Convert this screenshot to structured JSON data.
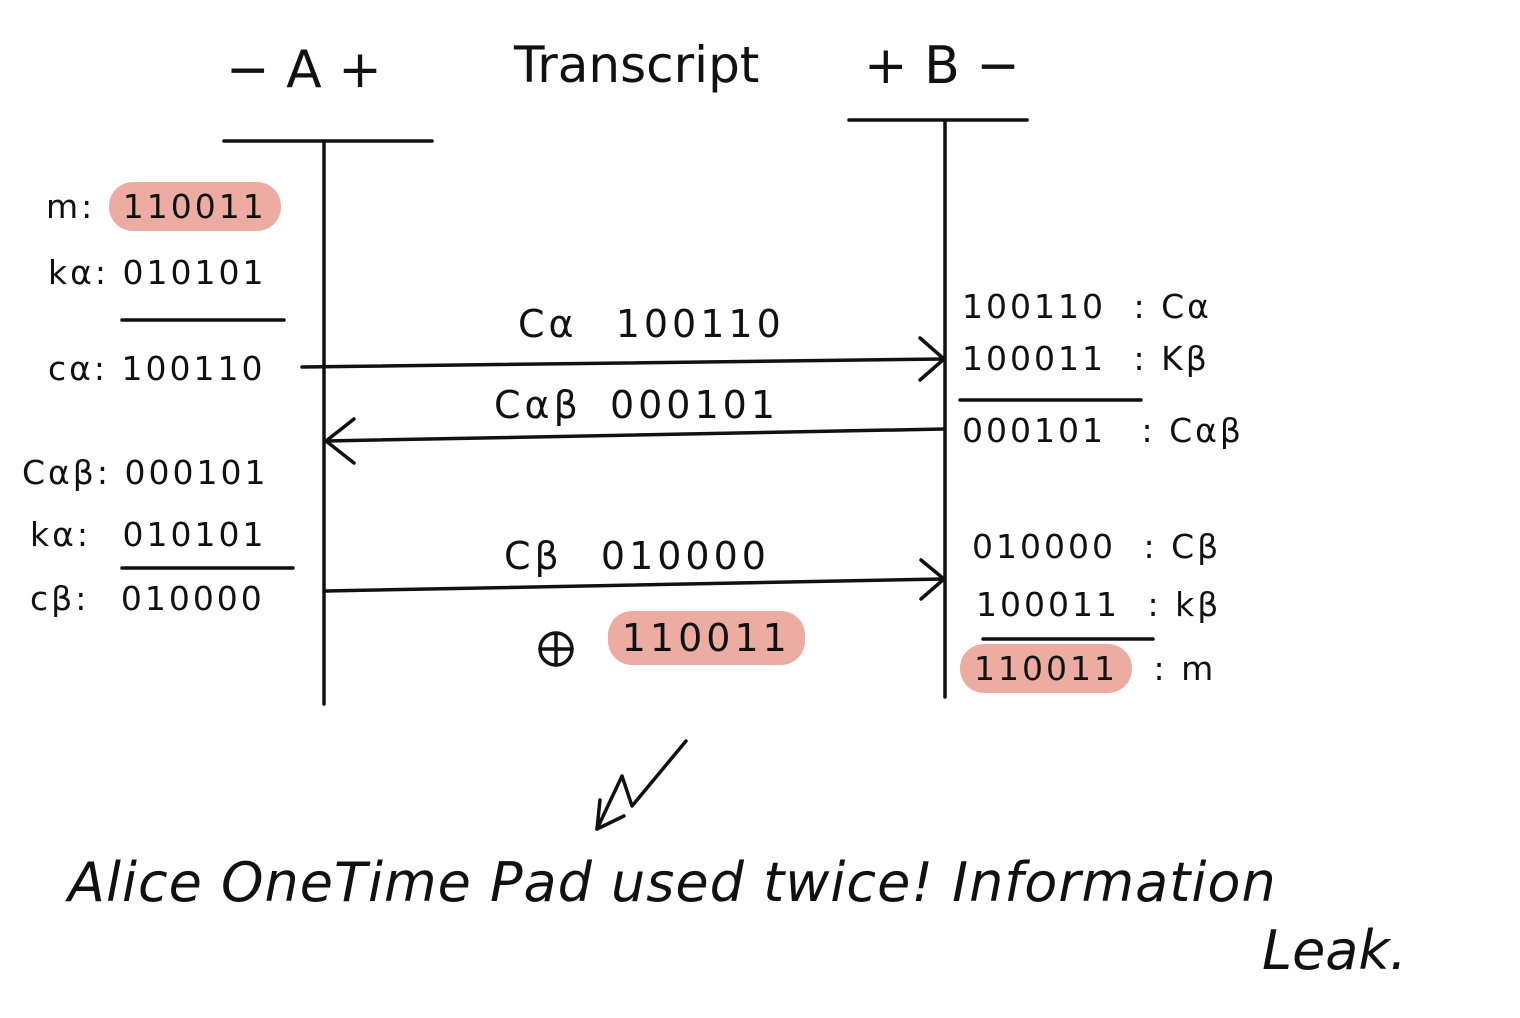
{
  "header": {
    "a_label": "− A +",
    "transcript_label": "Transcript",
    "b_label": "+ B −"
  },
  "left": {
    "m": {
      "label": "m:",
      "value": "110011"
    },
    "k_alpha": {
      "label": "kα:",
      "value": "010101"
    },
    "c_alpha": {
      "label": "cα:",
      "value": "100110"
    },
    "c_alpha_beta": {
      "label": "Cαβ:",
      "value": "000101"
    },
    "k_alpha2": {
      "label": "kα:",
      "value": "010101"
    },
    "c_beta": {
      "label": "cβ:",
      "value": "010000"
    }
  },
  "messages": {
    "m1": {
      "label": "Cα",
      "value": "100110"
    },
    "m2": {
      "label": "Cαβ",
      "value": "000101"
    },
    "m3": {
      "label": "Cβ",
      "value": "010000"
    },
    "xor": {
      "label": "⊕:",
      "value": "110011"
    }
  },
  "right": {
    "c_alpha": {
      "value": "100110",
      "label": ": Cα"
    },
    "k_beta": {
      "value": "100011",
      "label": ": Kβ"
    },
    "c_alpha_beta": {
      "value": "000101",
      "label": ": Cαβ"
    },
    "c_beta": {
      "value": "010000",
      "label": ": Cβ"
    },
    "k_beta2": {
      "value": "100011",
      "label": ": kβ"
    },
    "m": {
      "value": "110011",
      "label": ": m"
    }
  },
  "footer": {
    "line1": "Alice OneTime Pad used twice! Information",
    "line2": "Leak."
  },
  "colors": {
    "ink": "#111111",
    "highlight": "#ecaca2"
  },
  "icons": {
    "arrow_down_left": "hand-drawn-zigzag-arrow-icon",
    "arrowhead": "arrowhead-icon"
  }
}
